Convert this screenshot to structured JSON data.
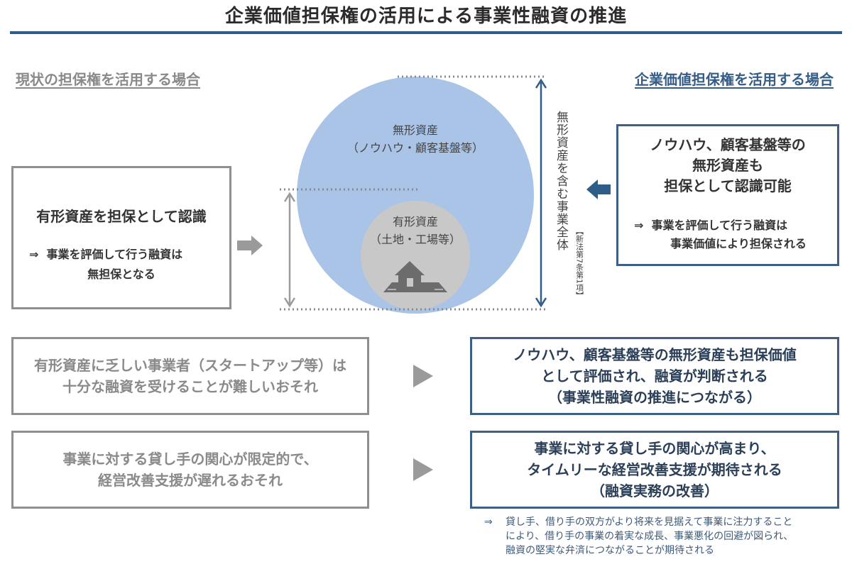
{
  "title": "企業価値担保権の活用による事業性融資の推進",
  "left_heading": "現状の担保権を活用する場合",
  "right_heading": "企業価値担保権を活用する場合",
  "left_box": {
    "heading": "有形資産を担保として認識",
    "note_arrow": "⇒",
    "note_line1": "事業を評価して行う融資は",
    "note_line2": "無担保となる"
  },
  "right_box": {
    "heading_line1": "ノウハウ、顧客基盤等の",
    "heading_line2": "無形資産も",
    "heading_line3": "担保として認識可能",
    "note_arrow": "⇒",
    "note_line1": "事業を評価して行う融資は",
    "note_line2": "事業価値により担保される"
  },
  "diagram": {
    "intangible_label": "無形資産",
    "intangible_sub": "（ノウハウ・顧客基盤等）",
    "tangible_label": "有形資産",
    "tangible_sub": "（土地・工場等）",
    "vertical_label": "無形資産を含む事業全体",
    "vertical_ref": "【新法第7条第1項】",
    "colors": {
      "large_circle": "#a9c4e6",
      "small_circle": "#c8c8c8",
      "arrow_blue": "#2f5d8a",
      "arrow_gray": "#9a9a9a"
    },
    "icons": [
      "house-icon",
      "arrow-right-icon",
      "arrow-left-icon"
    ]
  },
  "rows": [
    {
      "left_line1": "有形資産に乏しい事業者（スタートアップ等）は",
      "left_line2": "十分な融資を受けることが難しいおそれ",
      "right_line1": "ノウハウ、顧客基盤等の無形資産も担保価値",
      "right_line2": "として評価され、融資が判断される",
      "right_line3": "（事業性融資の推進につながる）"
    },
    {
      "left_line1": "事業に対する貸し手の関心が限定的で、",
      "left_line2": "経営改善支援が遅れるおそれ",
      "right_line1": "事業に対する貸し手の関心が高まり、",
      "right_line2": "タイムリーな経営改善支援が期待される",
      "right_line3": "（融資実務の改善）"
    }
  ],
  "footnote": {
    "arrow": "⇒",
    "line1": "貸し手、借り手の双方がより将来を見据えて事業に注力すること",
    "line2": "により、借り手の事業の着実な成長、事業悪化の回避が図られ、",
    "line3": "融資の堅実な弁済につながることが期待される"
  }
}
